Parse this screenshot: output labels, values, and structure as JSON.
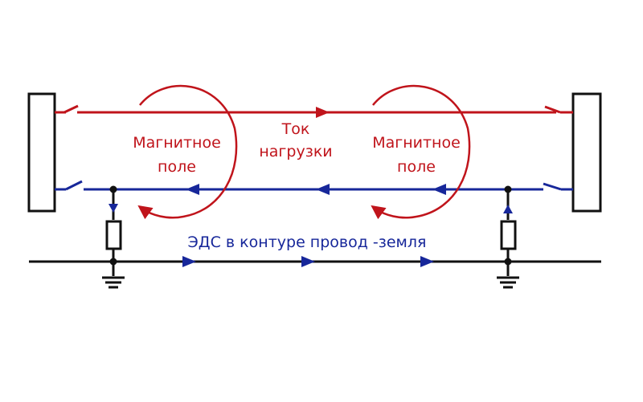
{
  "colors": {
    "red": "#c0141b",
    "blue": "#17279a",
    "black": "#111111"
  },
  "labels": {
    "magnetic_field_left": [
      "Магнитное",
      "поле"
    ],
    "load_current": [
      "Ток",
      "нагрузки"
    ],
    "magnetic_field_right": [
      "Магнитное",
      "поле"
    ],
    "emf_loop": "ЭДС в контуре провод  -земля"
  }
}
